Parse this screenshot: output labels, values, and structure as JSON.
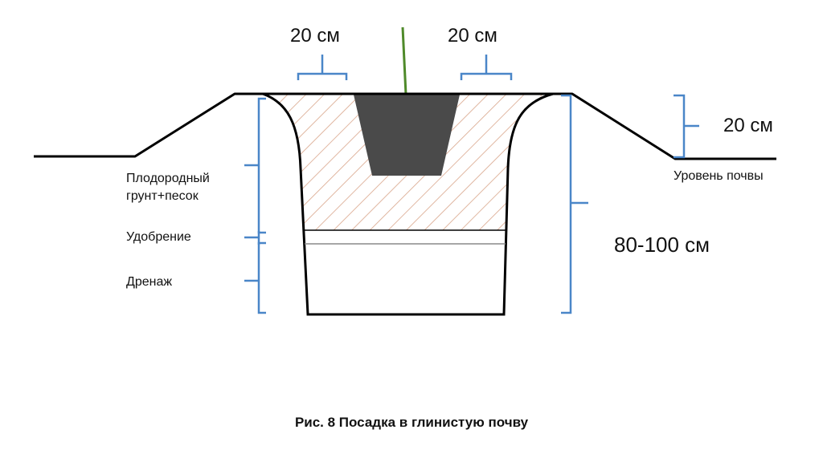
{
  "labels": {
    "top_left_width": "20 см",
    "top_right_width": "20 см",
    "mound_height": "20 см",
    "soil_level": "Уровень почвы",
    "fertile_soil_line1": "Плодородный",
    "fertile_soil_line2": "грунт+песок",
    "fertilizer": "Удобрение",
    "drainage": "Дренаж",
    "pit_depth": "80-100 см"
  },
  "caption": "Рис. 8  Посадка в глинистую почву",
  "colors": {
    "outline": "#000000",
    "bracket": "#4a86c8",
    "hatch": "#d9a58a",
    "root_ball": "#4a4a4a",
    "stem": "#4f8a2a"
  }
}
